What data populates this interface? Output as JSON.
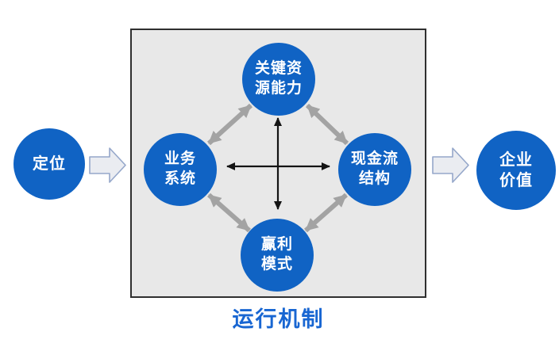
{
  "diagram": {
    "caption": "运行机制",
    "nodes": {
      "positioning": "定位",
      "key_resources": "关键资\n源能力",
      "business_system": "业务\n系统",
      "cash_flow_structure": "现金流\n结构",
      "profit_model": "赢利\n模式",
      "enterprise_value": "企业\n价值"
    }
  },
  "colors": {
    "node_blue": "#1063c4",
    "node_text": "#ffffff",
    "box_fill": "#e8e8e8",
    "box_border": "#2f2f2f",
    "gray_arrow": "#a3a3a3",
    "black_arrow": "#141414",
    "flow_arrow_fill": "#eaecf1",
    "flow_arrow_border": "#95a7ca",
    "title_blue": "#1866d2"
  }
}
